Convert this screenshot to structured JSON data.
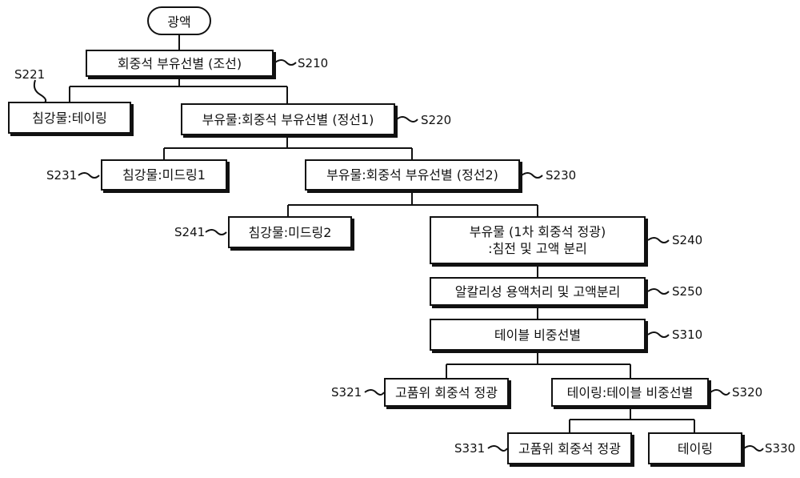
{
  "start": {
    "label": "광액"
  },
  "steps": {
    "s210": {
      "label": "회중석 부유선별 (조선)",
      "ref": "S210"
    },
    "s221": {
      "label": "침강물:테이링",
      "ref": "S221"
    },
    "s220": {
      "label": "부유물:회중석 부유선별 (정선1)",
      "ref": "S220"
    },
    "s231": {
      "label": "침강물:미드링1",
      "ref": "S231"
    },
    "s230": {
      "label": "부유물:회중석 부유선별 (정선2)",
      "ref": "S230"
    },
    "s241": {
      "label": "침강물:미드링2",
      "ref": "S241"
    },
    "s240": {
      "label": "부유물 (1차 회중석 정광)\n:침전 및 고액 분리",
      "ref": "S240"
    },
    "s250": {
      "label": "알칼리성 용액처리 및 고액분리",
      "ref": "S250"
    },
    "s310": {
      "label": "테이블 비중선별",
      "ref": "S310"
    },
    "s321": {
      "label": "고품위 회중석 정광",
      "ref": "S321"
    },
    "s320": {
      "label": "테이링:테이블 비중선별",
      "ref": "S320"
    },
    "s331": {
      "label": "고품위 회중석 정광",
      "ref": "S331"
    },
    "s330": {
      "label": "테이링",
      "ref": "S330"
    }
  }
}
